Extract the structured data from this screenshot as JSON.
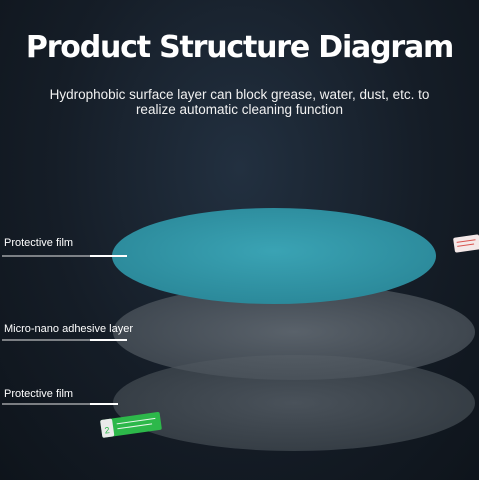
{
  "title": "Product Structure Diagram",
  "subtitle_lines": [
    "Hydrophobic surface layer can block grease, water, dust, etc. to",
    "realize automatic cleaning function"
  ],
  "layers": [
    {
      "label": "Protective film",
      "color": "#2f8fa0"
    },
    {
      "label": "Micro-nano adhesive layer",
      "color": "#5c646c"
    },
    {
      "label": "Protective film",
      "color": "#4c545c"
    }
  ],
  "tabs": [
    {
      "label": "",
      "color": "#f3e6e6"
    },
    {
      "number": "2",
      "color": "#2db84a"
    }
  ]
}
